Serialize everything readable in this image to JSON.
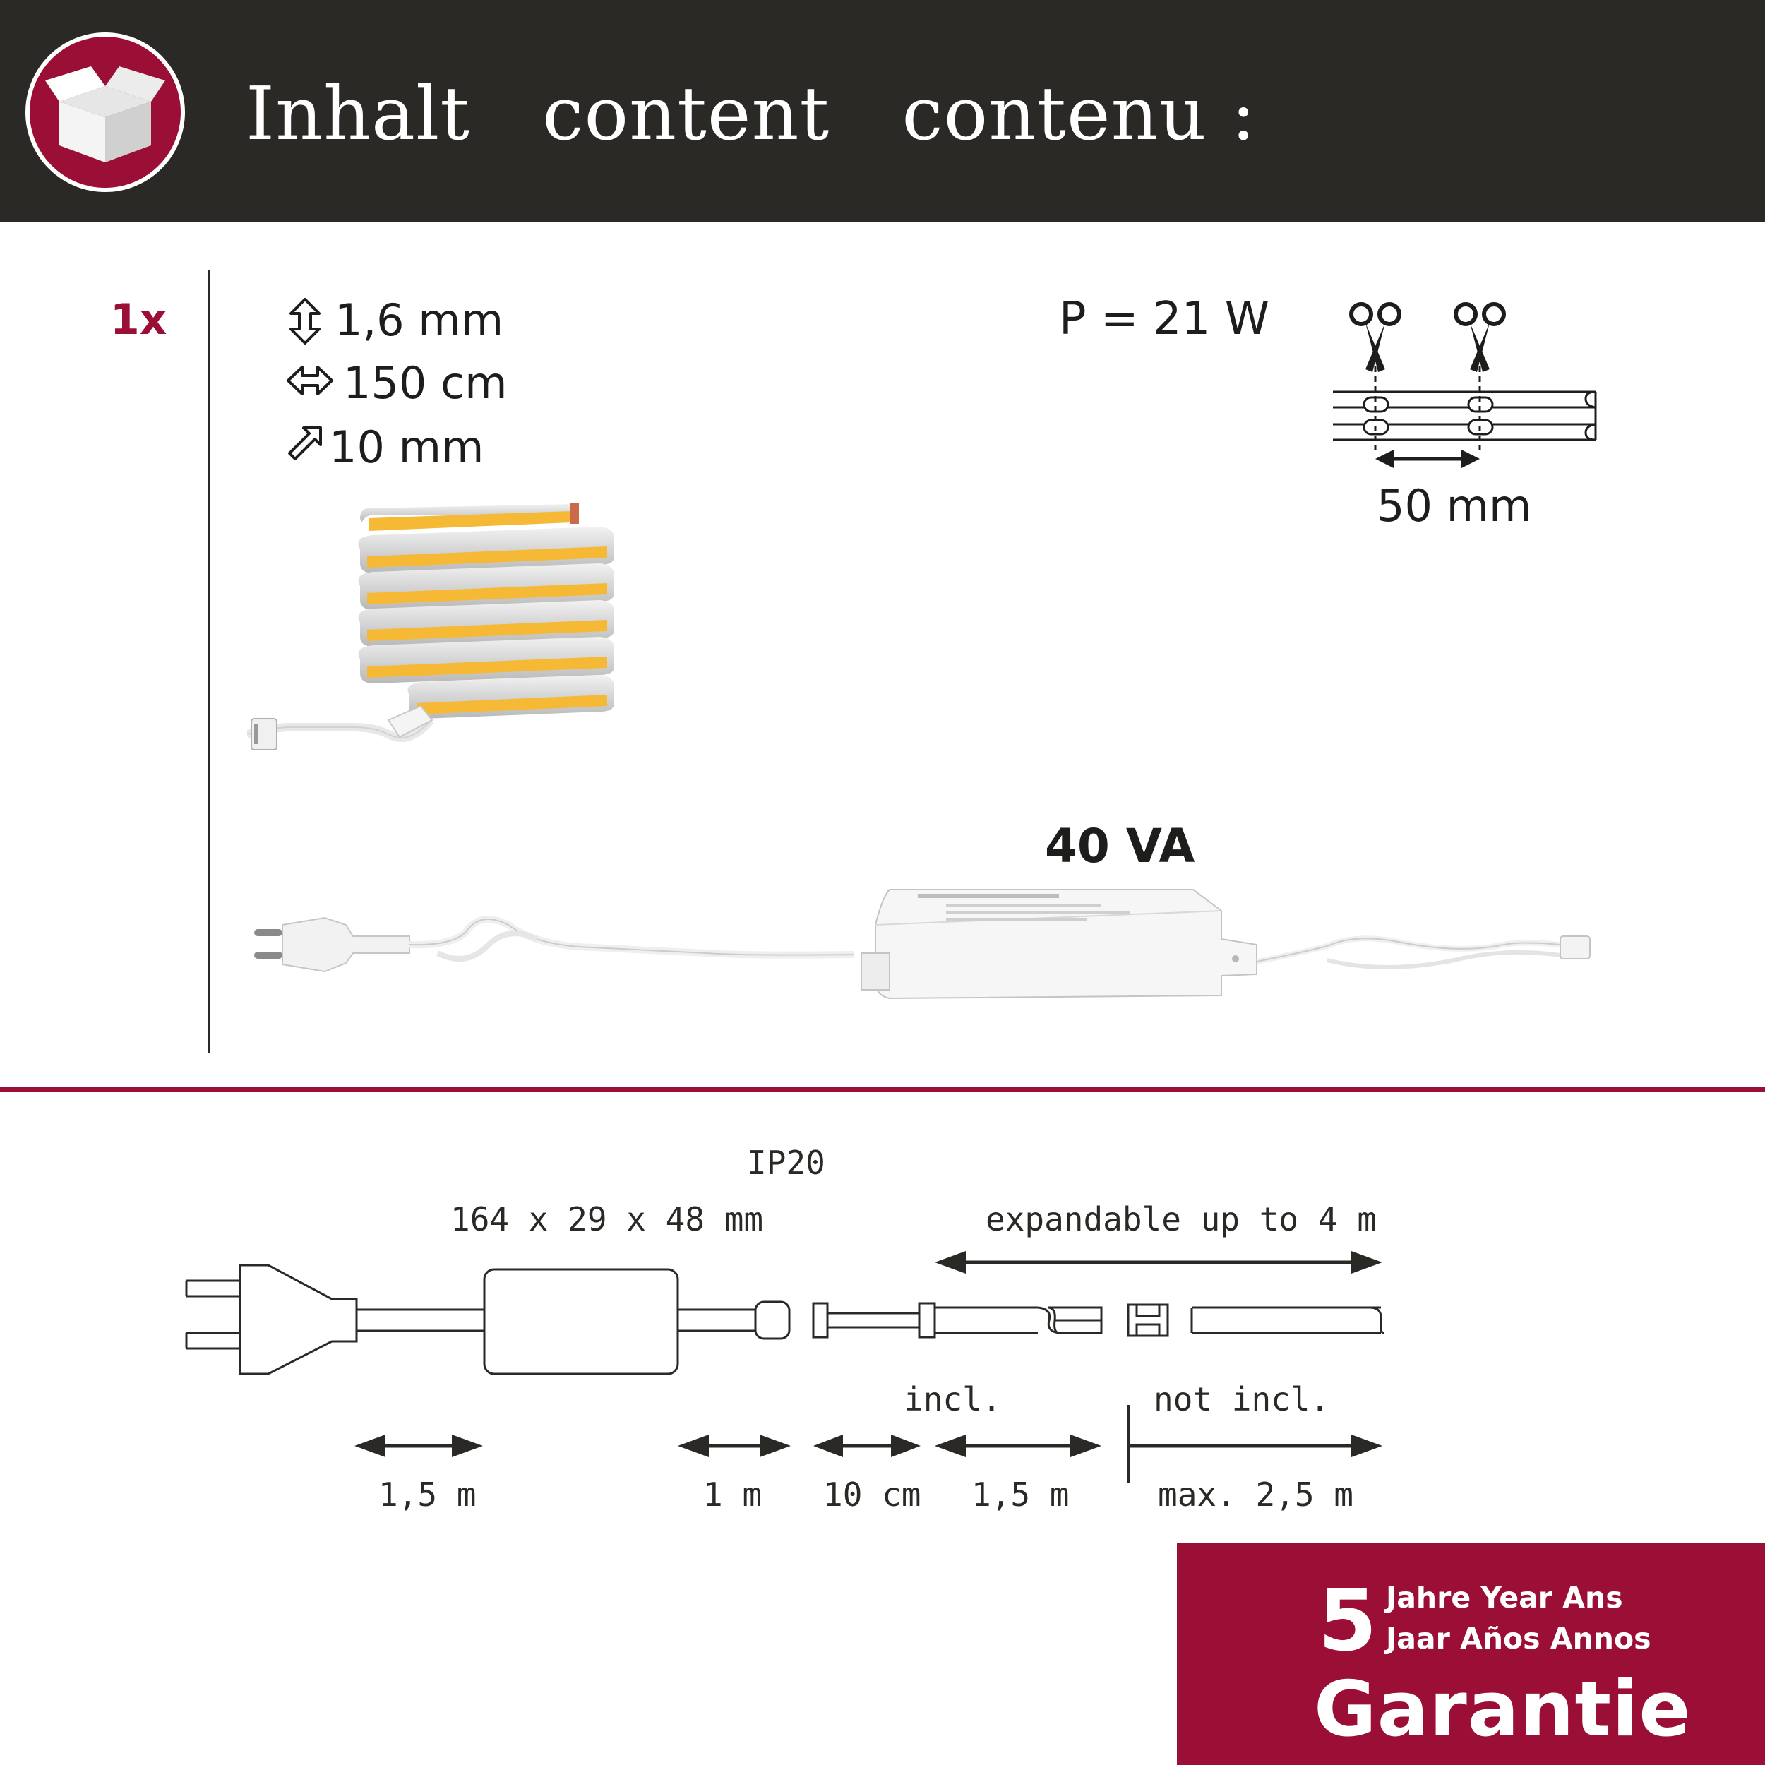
{
  "header": {
    "title": "Inhalt   content   contenu :",
    "icon": "box-icon"
  },
  "content": {
    "quantity": "1x",
    "specs": {
      "height": "1,6 mm",
      "length": "150 cm",
      "width": "10 mm"
    },
    "power": "P = 21 W",
    "cut_distance": "50 mm",
    "transformer_rating": "40 VA"
  },
  "diagram": {
    "ip_rating": "IP20",
    "transformer_dimensions": "164 x 29 x 48 mm",
    "expandable": "expandable up to 4 m",
    "included": "incl.",
    "not_included": "not incl.",
    "lengths": {
      "cable": "1,5 m",
      "output_cable": "1 m",
      "connector": "10 cm",
      "strip": "1,5 m",
      "max_extension": "max. 2,5 m"
    }
  },
  "guarantee": {
    "years": "5",
    "line1": "Jahre Year Ans",
    "line2": "Jaar Años Annos",
    "word": "Garantie"
  },
  "colors": {
    "header_bg": "#2a2925",
    "accent": "#9b0e35",
    "strip_light": "#f7b733"
  }
}
